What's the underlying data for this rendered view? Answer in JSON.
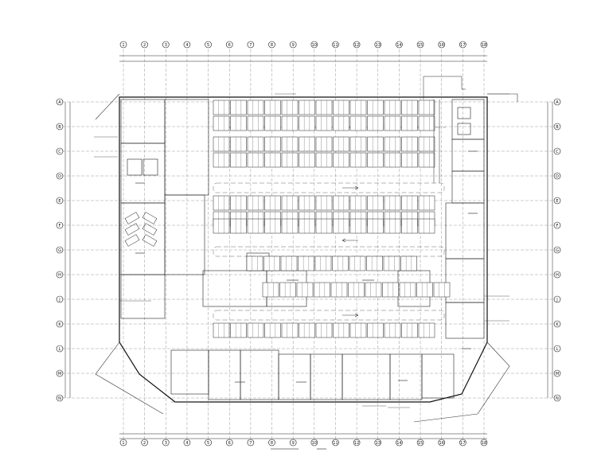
{
  "drawing": {
    "columns": [
      "1",
      "2",
      "3",
      "4",
      "5",
      "6",
      "7",
      "8",
      "9",
      "10",
      "11",
      "12",
      "13",
      "14",
      "15",
      "16",
      "17",
      "18"
    ],
    "rows": [
      "A",
      "B",
      "C",
      "D",
      "E",
      "F",
      "G",
      "H",
      "J",
      "K",
      "L",
      "M",
      "N"
    ]
  }
}
